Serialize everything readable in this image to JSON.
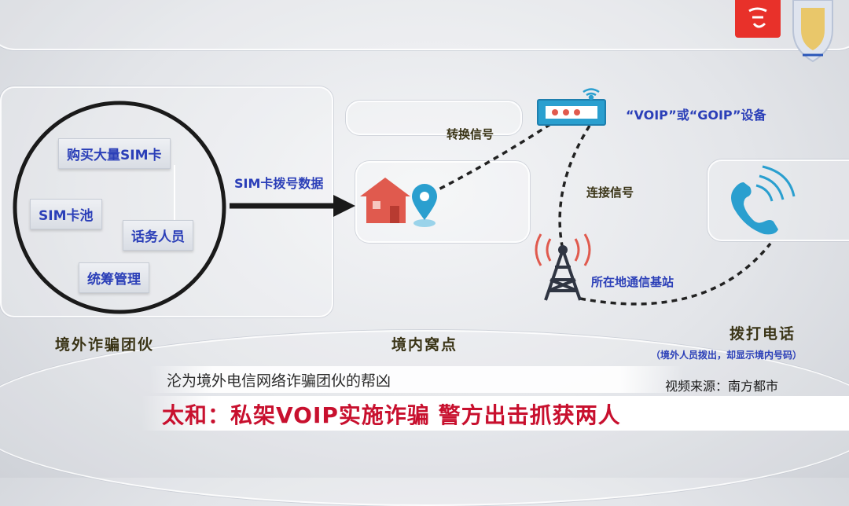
{
  "colors": {
    "accent_blue": "#2b3fb8",
    "caption_dark": "#3a3416",
    "headline_red": "#c8102e",
    "house_red": "#e05a4e",
    "teal": "#2a9fcf",
    "logo_red": "#e8312a"
  },
  "diagram": {
    "circle_items": {
      "buy_sim": "购买大量SIM卡",
      "sim_pool": "SIM卡池",
      "operator": "话务人员",
      "management": "统筹管理"
    },
    "arrow_label": "SIM卡拨号数据",
    "convert_label": "转换信号",
    "device_label": "“VOIP”或“GOIP”设备",
    "connect_label": "连接信号",
    "tower_label": "所在地通信基站",
    "captions": {
      "overseas_gang": "境外诈骗团伙",
      "domestic_den": "境内窝点",
      "make_call": "拨打电话",
      "call_note": "（境外人员拨出，却显示境内号码）"
    }
  },
  "news": {
    "subtitle": "沦为境外电信网络诈骗团伙的帮凶",
    "source": "视频来源：南方都市",
    "headline": "太和：私架VOIP实施诈骗 警方出击抓获两人"
  },
  "icons": {
    "house": "house-icon",
    "location": "location-pin-icon",
    "device": "voip-device-icon",
    "wifi": "wifi-icon",
    "tower": "cell-tower-icon",
    "phone": "phone-icon",
    "logo": "station-logo-icon",
    "badge": "police-badge-icon"
  }
}
